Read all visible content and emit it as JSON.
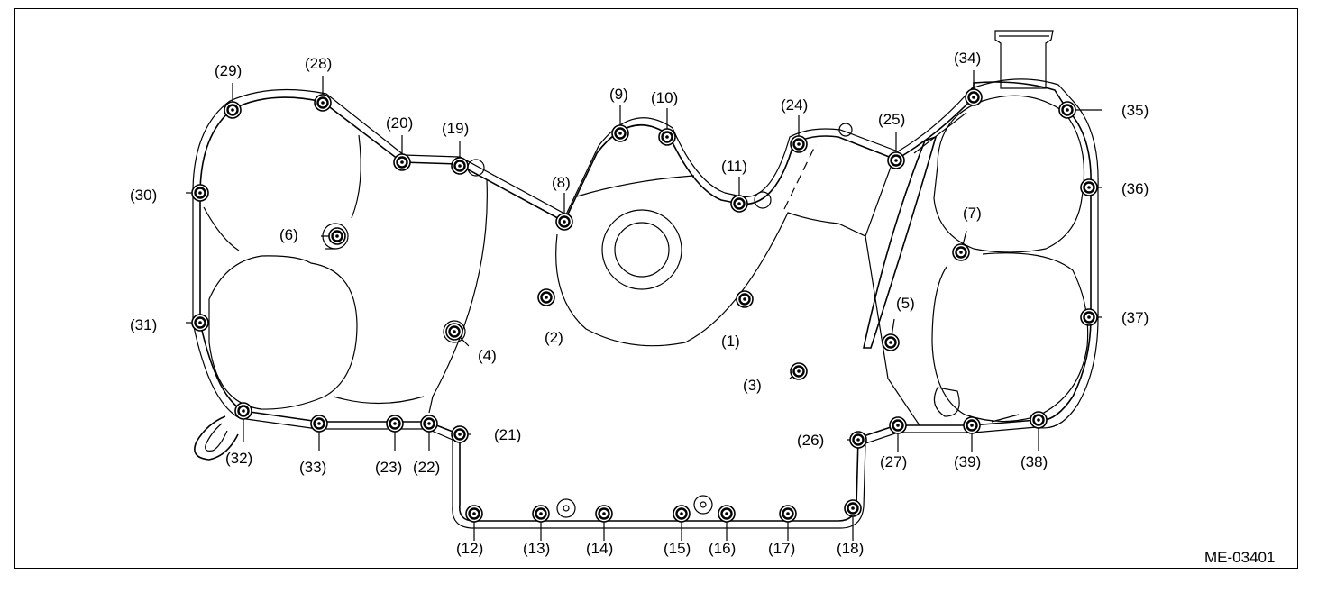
{
  "figure_code": "ME-03401",
  "bolts": [
    {
      "label": "(1)"
    },
    {
      "label": "(2)"
    },
    {
      "label": "(3)"
    },
    {
      "label": "(4)"
    },
    {
      "label": "(5)"
    },
    {
      "label": "(6)"
    },
    {
      "label": "(7)"
    },
    {
      "label": "(8)"
    },
    {
      "label": "(9)"
    },
    {
      "label": "(10)"
    },
    {
      "label": "(11)"
    },
    {
      "label": "(12)"
    },
    {
      "label": "(13)"
    },
    {
      "label": "(14)"
    },
    {
      "label": "(15)"
    },
    {
      "label": "(16)"
    },
    {
      "label": "(17)"
    },
    {
      "label": "(18)"
    },
    {
      "label": "(19)"
    },
    {
      "label": "(20)"
    },
    {
      "label": "(21)"
    },
    {
      "label": "(22)"
    },
    {
      "label": "(23)"
    },
    {
      "label": "(24)"
    },
    {
      "label": "(25)"
    },
    {
      "label": "(26)"
    },
    {
      "label": "(27)"
    },
    {
      "label": "(28)"
    },
    {
      "label": "(29)"
    },
    {
      "label": "(30)"
    },
    {
      "label": "(31)"
    },
    {
      "label": "(32)"
    },
    {
      "label": "(33)"
    },
    {
      "label": "(34)"
    },
    {
      "label": "(35)"
    },
    {
      "label": "(36)"
    },
    {
      "label": "(37)"
    },
    {
      "label": "(38)"
    },
    {
      "label": "(39)"
    }
  ]
}
